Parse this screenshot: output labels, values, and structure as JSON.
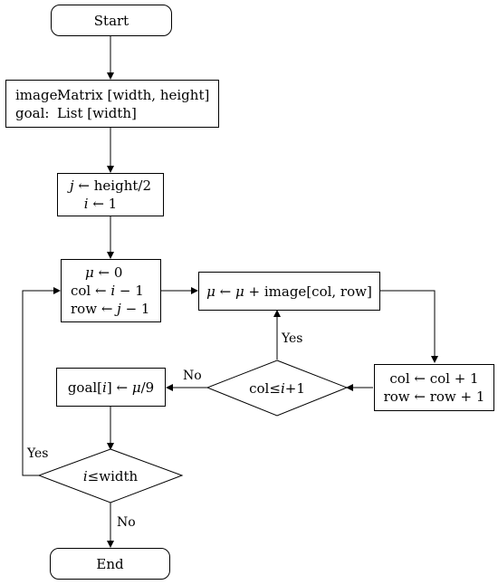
{
  "start": {
    "label": "Start"
  },
  "init": {
    "image_label": "image:",
    "image_type": "Matrix [width, height]",
    "goal_label": "goal:",
    "goal_type": "List [width]"
  },
  "setj": {
    "j_var": "j",
    "j_expr": " ← height/2",
    "i_var": "i",
    "i_expr": " ← 1"
  },
  "reset": {
    "mu_var": "μ",
    "mu_expr": " ← 0",
    "col_var": "col",
    "col_arrow": " ← ",
    "col_i": "i",
    "col_rest": " − 1",
    "row_var": "row",
    "row_arrow": " ← ",
    "row_j": "j",
    "row_rest": " − 1"
  },
  "accum": {
    "mu1": "μ",
    "arrow": " ← ",
    "mu2": "μ",
    "rest": " + image[col, row]"
  },
  "incr": {
    "line1": "col ← col + 1",
    "line2": "row ← row + 1"
  },
  "cond_col": {
    "pre": "col≤",
    "var": "i",
    "post": "+1"
  },
  "goal_assign": {
    "pre": "goal[",
    "var": "i",
    "mid": "] ← ",
    "mu": "μ",
    "post": "/9"
  },
  "cond_i": {
    "var": "i",
    "post": "≤width"
  },
  "end": {
    "label": "End"
  },
  "edges": {
    "yes_up": "Yes",
    "no_left": "No",
    "yes_loop": "Yes",
    "no_down": "No"
  }
}
